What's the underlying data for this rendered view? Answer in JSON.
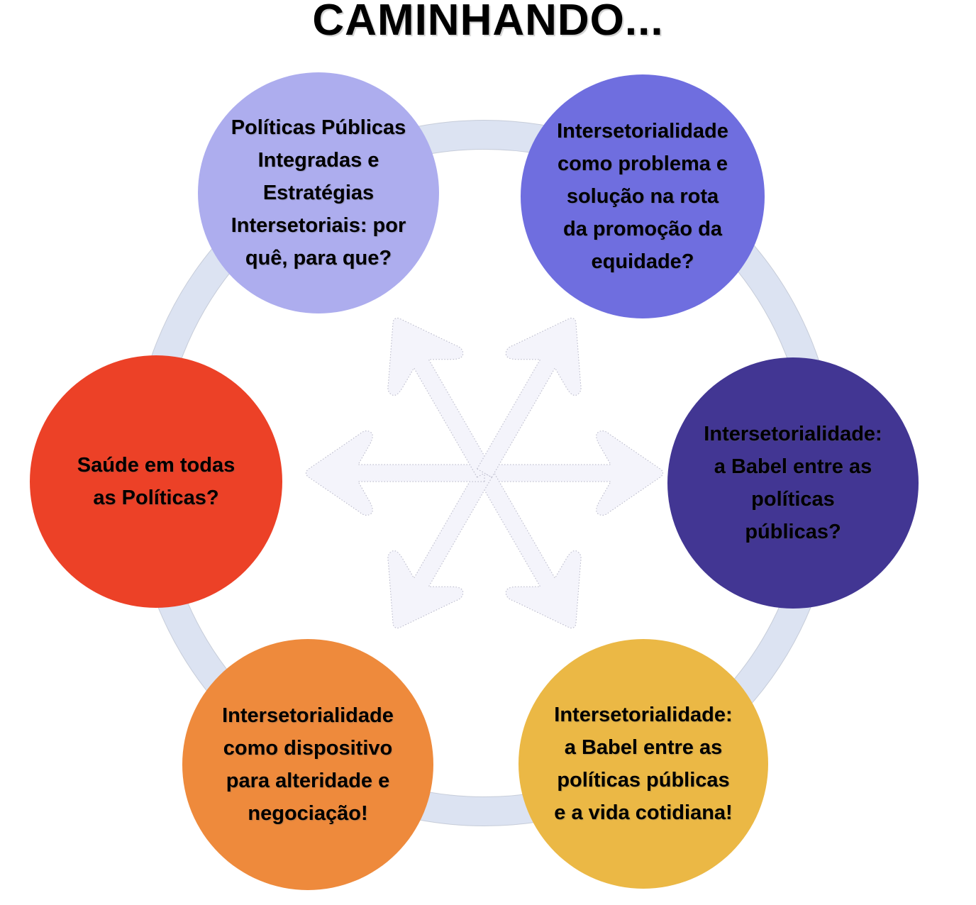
{
  "title": "CAMINHANDO...",
  "diagram": {
    "ring_color": "#dce3f2",
    "ring_edge_color": "#b6bdcc",
    "arrow_fill": "#f4f4fb",
    "arrow_outline": "#b4b4c6",
    "text_color": "#000000",
    "center_icon": "six-way-radial-arrows",
    "nodes": [
      {
        "position": "top-left",
        "color": "#adadee",
        "lines": [
          "Políticas Públicas",
          "Integradas e",
          "Estratégias",
          "Intersetoriais: por",
          "quê, para que?"
        ]
      },
      {
        "position": "top-right",
        "color": "#6f6edf",
        "lines": [
          "Intersetorialidade",
          "como problema e",
          "solução na rota",
          "da promoção da",
          "equidade?"
        ]
      },
      {
        "position": "right",
        "color": "#423693",
        "lines": [
          "Intersetorialidade:",
          "a Babel entre as",
          "políticas",
          "públicas?"
        ]
      },
      {
        "position": "bottom-right",
        "color": "#ebb845",
        "lines": [
          "Intersetorialidade:",
          "a Babel entre as",
          "políticas públicas",
          "e a vida cotidiana!"
        ]
      },
      {
        "position": "bottom-left",
        "color": "#ee8a3c",
        "lines": [
          "Intersetorialidade",
          "como dispositivo",
          "para alteridade e",
          "negociação!"
        ]
      },
      {
        "position": "left",
        "color": "#ec4127",
        "lines": [
          "Saúde em todas",
          "as Políticas?"
        ]
      }
    ]
  }
}
